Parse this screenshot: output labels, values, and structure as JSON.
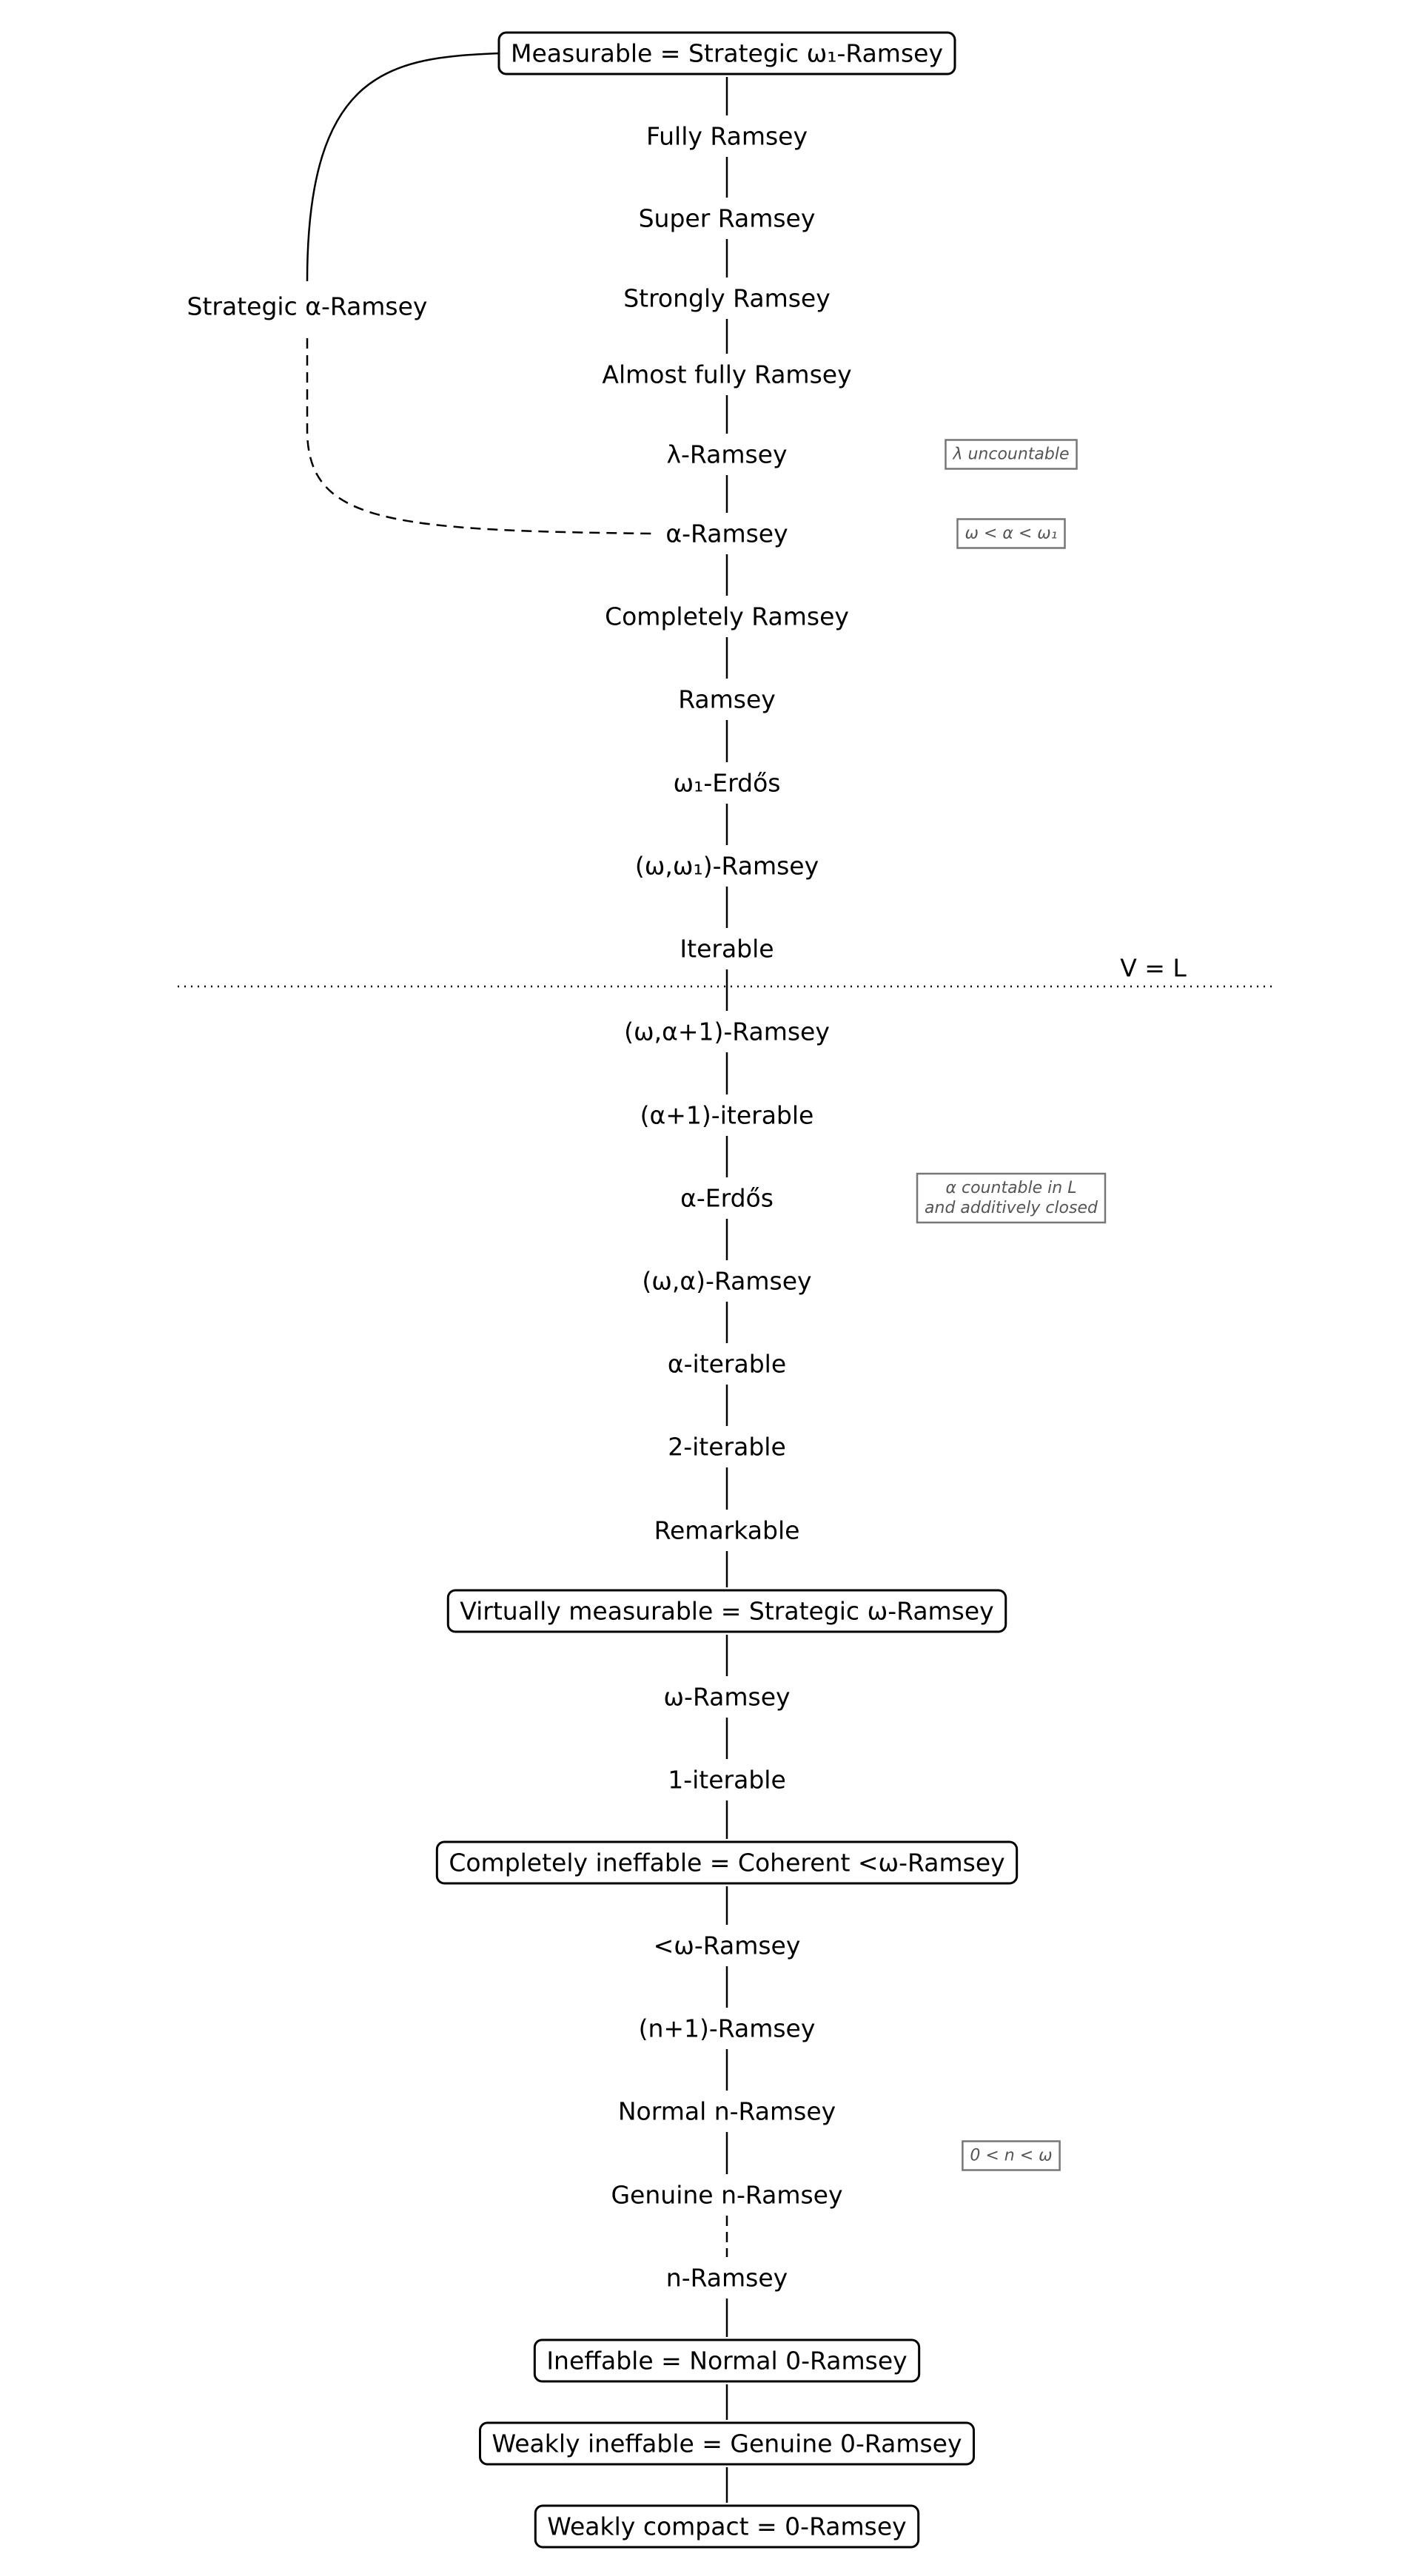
{
  "nodes": [
    {
      "id": "measurable",
      "label": "Measurable = Strategic ω₁-Ramsey",
      "boxed": true
    },
    {
      "id": "fully-ramsey",
      "label": "Fully Ramsey",
      "boxed": false
    },
    {
      "id": "super-ramsey",
      "label": "Super Ramsey",
      "boxed": false
    },
    {
      "id": "strongly-ramsey",
      "label": "Strongly Ramsey",
      "boxed": false
    },
    {
      "id": "almost-fully-ramsey",
      "label": "Almost fully Ramsey",
      "boxed": false
    },
    {
      "id": "lambda-ramsey",
      "label": "λ-Ramsey",
      "boxed": false
    },
    {
      "id": "alpha-ramsey",
      "label": "α-Ramsey",
      "boxed": false
    },
    {
      "id": "completely-ramsey",
      "label": "Completely Ramsey",
      "boxed": false
    },
    {
      "id": "ramsey",
      "label": "Ramsey",
      "boxed": false
    },
    {
      "id": "omega1-erdos",
      "label": "ω₁-Erdős",
      "boxed": false
    },
    {
      "id": "omega-omega1-ramsey",
      "label": "(ω,ω₁)-Ramsey",
      "boxed": false
    },
    {
      "id": "iterable",
      "label": "Iterable",
      "boxed": false
    },
    {
      "id": "omega-alpha-plus-1-ramsey",
      "label": "(ω,α+1)-Ramsey",
      "boxed": false
    },
    {
      "id": "alpha-plus-1-iterable",
      "label": "(α+1)-iterable",
      "boxed": false
    },
    {
      "id": "alpha-erdos",
      "label": "α-Erdős",
      "boxed": false
    },
    {
      "id": "omega-alpha-ramsey",
      "label": "(ω,α)-Ramsey",
      "boxed": false
    },
    {
      "id": "alpha-iterable",
      "label": "α-iterable",
      "boxed": false
    },
    {
      "id": "two-iterable",
      "label": "2-iterable",
      "boxed": false
    },
    {
      "id": "remarkable",
      "label": "Remarkable",
      "boxed": false
    },
    {
      "id": "virtually-measurable",
      "label": "Virtually measurable = Strategic ω-Ramsey",
      "boxed": true
    },
    {
      "id": "omega-ramsey",
      "label": "ω-Ramsey",
      "boxed": false
    },
    {
      "id": "one-iterable",
      "label": "1-iterable",
      "boxed": false
    },
    {
      "id": "completely-ineffable",
      "label": "Completely ineffable = Coherent <ω-Ramsey",
      "boxed": true
    },
    {
      "id": "less-omega-ramsey",
      "label": "<ω-Ramsey",
      "boxed": false
    },
    {
      "id": "n-plus-1-ramsey",
      "label": "(n+1)-Ramsey",
      "boxed": false
    },
    {
      "id": "normal-n-ramsey",
      "label": "Normal n-Ramsey",
      "boxed": false
    },
    {
      "id": "genuine-n-ramsey",
      "label": "Genuine n-Ramsey",
      "boxed": false
    },
    {
      "id": "n-ramsey",
      "label": "n-Ramsey",
      "boxed": false
    },
    {
      "id": "ineffable",
      "label": "Ineffable = Normal 0-Ramsey",
      "boxed": true
    },
    {
      "id": "weakly-ineffable",
      "label": "Weakly ineffable = Genuine 0-Ramsey",
      "boxed": true
    },
    {
      "id": "weakly-compact",
      "label": "Weakly compact = 0-Ramsey",
      "boxed": true
    }
  ],
  "dashed_edges": [
    "genuine-n-ramsey"
  ],
  "side_branch": {
    "label": "Strategic α-Ramsey",
    "from": "measurable",
    "to": "alpha-ramsey"
  },
  "divider": {
    "label": "V = L"
  },
  "notes": [
    {
      "id": "lambda-note",
      "attached_to": "lambda-ramsey",
      "lines": [
        "λ uncountable"
      ]
    },
    {
      "id": "alpha-range-note",
      "attached_to": "alpha-ramsey",
      "lines": [
        "ω < α < ω₁"
      ]
    },
    {
      "id": "alpha-countable-note",
      "attached_to": "alpha-erdos",
      "lines": [
        "α countable in L",
        "and additively closed"
      ]
    },
    {
      "id": "n-range-note",
      "attached_to": "genuine-n-ramsey",
      "lines": [
        "0 < n < ω"
      ]
    }
  ]
}
